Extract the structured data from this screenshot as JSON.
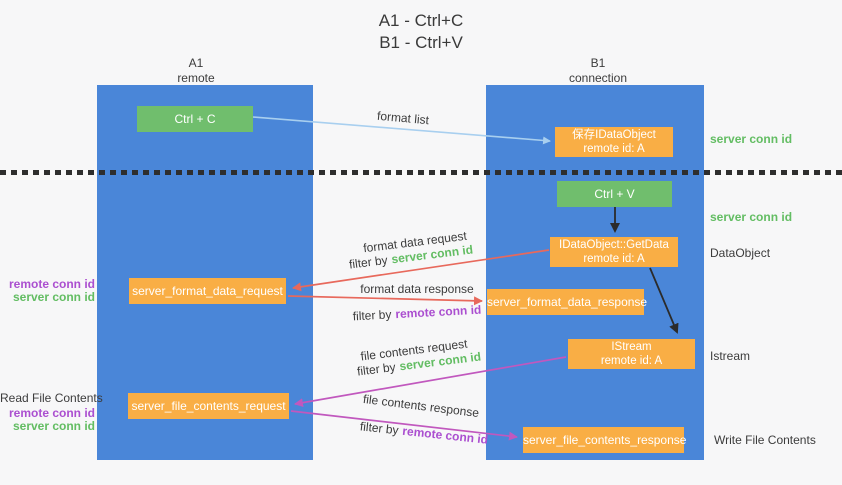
{
  "title": {
    "line1": "A1 - Ctrl+C",
    "line2": "B1 - Ctrl+V"
  },
  "columns": {
    "a1": {
      "name": "A1",
      "subtitle": "remote"
    },
    "b1": {
      "name": "B1",
      "subtitle": "connection"
    }
  },
  "nodes": {
    "ctrl_c": {
      "label": "Ctrl + C"
    },
    "save_idataobject": {
      "line1": "保存IDataObject",
      "line2": "remote id: A"
    },
    "ctrl_v": {
      "label": "Ctrl + V"
    },
    "getdata": {
      "line1": "IDataObject::GetData",
      "line2": "remote id: A"
    },
    "server_format_data_request": {
      "label": "server_format_data_request"
    },
    "server_format_data_response": {
      "label": "server_format_data_response"
    },
    "istream": {
      "line1": "IStream",
      "line2": "remote id: A"
    },
    "server_file_contents_request": {
      "label": "server_file_contents_request"
    },
    "server_file_contents_response": {
      "label": "server_file_contents_response"
    }
  },
  "arrow_labels": {
    "format_list": "format list",
    "format_data_request": "format data request",
    "format_data_response": "format data response",
    "file_contents_request": "file contents request",
    "file_contents_response": "file contents response",
    "filter_by": "filter by",
    "server_conn_id": "server conn id",
    "remote_conn_id": "remote conn id"
  },
  "side_labels": {
    "server_conn_id_right_top": "server conn id",
    "server_conn_id_right_mid": "server conn id",
    "dataobject": "DataObject",
    "istream": "Istream",
    "write_file_contents": "Write File Contents",
    "read_file_contents": "Read File Contents",
    "remote_conn_id_left_top": "remote conn id",
    "server_conn_id_left_top": "server conn id",
    "remote_conn_id_left_bottom": "remote conn id",
    "server_conn_id_left_bottom": "server conn id"
  },
  "colors": {
    "column_blue": "#4A86D8",
    "box_green": "#70BE6D",
    "box_orange": "#F9AE45",
    "arrow_light_blue": "#A8CFEF",
    "arrow_red": "#E8695C",
    "arrow_magenta": "#C158BE",
    "arrow_black": "#2B2B2B",
    "text_green": "#63BD63",
    "text_purple": "#AB4FD0",
    "text_dark": "#3C3C3C"
  }
}
